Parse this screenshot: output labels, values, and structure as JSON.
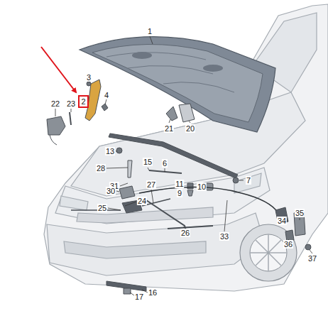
{
  "diagram": {
    "nodes": [
      {
        "text": [
          "2"
        ]
      }
    ],
    "labels": [
      "1",
      "3",
      "4",
      "22",
      "23",
      "21",
      "20",
      "13",
      "15",
      "6",
      "7",
      "28",
      "31",
      "11",
      "9",
      "10",
      "30",
      "27",
      "24",
      "25",
      "26",
      "33",
      "35",
      "34",
      "36",
      "37",
      "16",
      "17"
    ]
  }
}
